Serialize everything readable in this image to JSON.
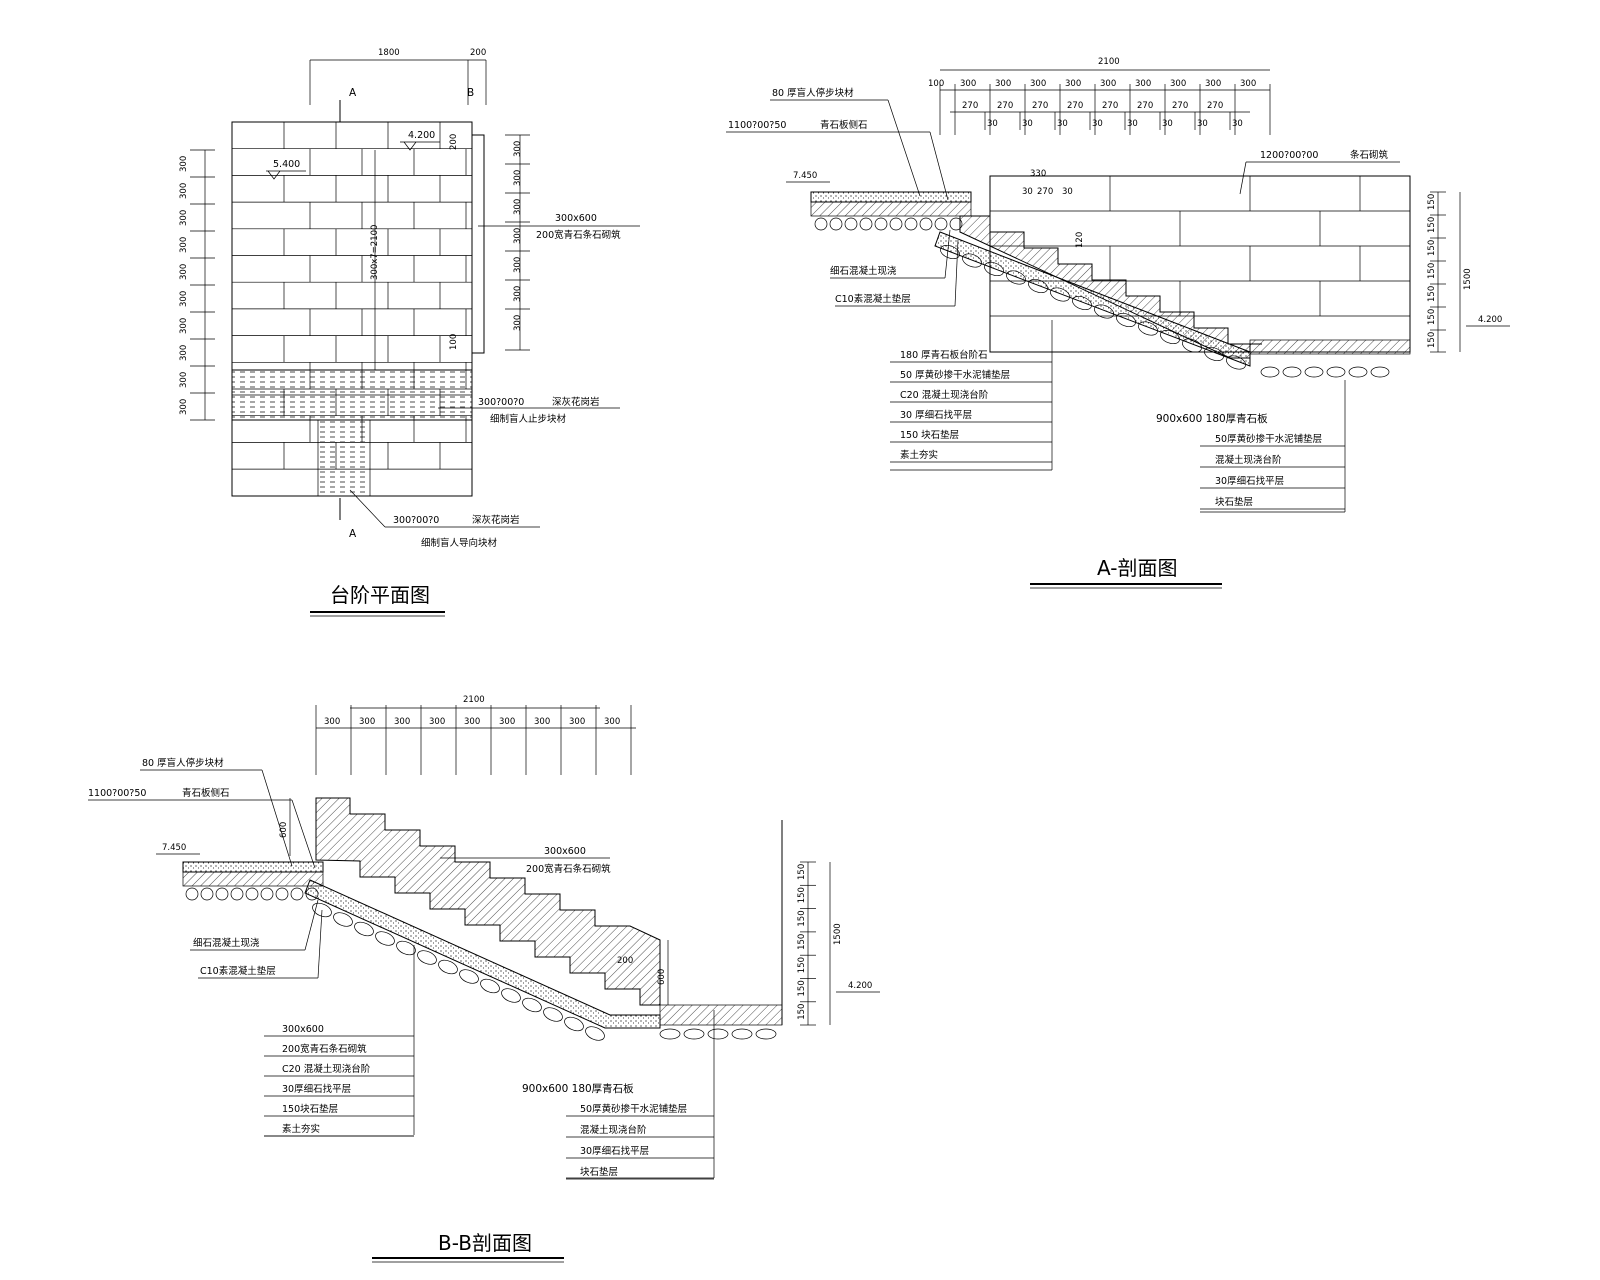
{
  "plan": {
    "title": "台阶平面图",
    "dim_top": [
      "1800",
      "200"
    ],
    "section_a": "A",
    "section_b": "B",
    "elev_upper": "4.200",
    "elev_lower": "5.400",
    "dim_left": [
      "300",
      "300",
      "300",
      "300",
      "300",
      "300",
      "300",
      "300",
      "300",
      "300"
    ],
    "dim_right_top": "200",
    "dim_right": [
      "300",
      "300",
      "300",
      "300",
      "300",
      "300",
      "300"
    ],
    "dim_right_small": "100",
    "dim_center": "300x7=2100",
    "note1_line1": "300x600",
    "note1_line2": "200宽青石条石砌筑",
    "note2_line1": "300?00?0",
    "note2_line2": "深灰花岗岩",
    "note2_line3": "细制盲人止步块材",
    "note3_line1": "300?00?0",
    "note3_line2": "深灰花岗岩",
    "note3_line3": "细制盲人导向块材"
  },
  "section_a": {
    "title": "A-剖面图",
    "dim_total": "2100",
    "dim_top": [
      "100",
      "300",
      "300",
      "300",
      "300",
      "300",
      "300",
      "300",
      "300",
      "300"
    ],
    "dim_mid": [
      "270",
      "270",
      "270",
      "270",
      "270",
      "270",
      "270",
      "270"
    ],
    "dim_joint": [
      "30",
      "30",
      "30",
      "30",
      "30",
      "30",
      "30",
      "30"
    ],
    "dim_tread": [
      "330",
      "30",
      "270",
      "30"
    ],
    "riser_label": "120",
    "elev_top": "7.450",
    "elev_bottom": "4.200",
    "label_tactile": "80 厚盲人停步块材",
    "label_curb_size": "1100?00?50",
    "label_curb": "青石板侧石",
    "label_wall_size": "1200?00?00",
    "label_wall": "条石砌筑",
    "label_concrete": "细石混凝土现浇",
    "label_c10": "C10素混凝土垫层",
    "dim_right": [
      "150",
      "150",
      "150",
      "150",
      "150",
      "150",
      "150"
    ],
    "dim_right_total": "1500",
    "layers_left": [
      "180 厚青石板台阶石",
      "50 厚黄砂掺干水泥铺垫层",
      "C20 混凝土现浇台阶",
      "30 厚细石找平层",
      "150 块石垫层",
      "素土夯实"
    ],
    "layers_right_title": "900x600   180厚青石板",
    "layers_right": [
      "50厚黄砂掺干水泥铺垫层",
      "混凝土现浇台阶",
      "30厚细石找平层",
      "块石垫层"
    ]
  },
  "section_b": {
    "title": "B-B剖面图",
    "dim_total": "2100",
    "dim_top": [
      "300",
      "300",
      "300",
      "300",
      "300",
      "300",
      "300",
      "300",
      "300"
    ],
    "label_tactile": "80 厚盲人停步块材",
    "label_curb_size": "1100?00?50",
    "label_curb": "青石板侧石",
    "elev_top": "7.450",
    "elev_bottom": "4.200",
    "dim_600_left": "600",
    "dim_600_right": "600",
    "dim_200": "200",
    "label_wall_size": "300x600",
    "label_wall": "200宽青石条石砌筑",
    "label_concrete": "细石混凝土现浇",
    "label_c10": "C10素混凝土垫层",
    "dim_right": [
      "150",
      "150",
      "150",
      "150",
      "150",
      "150",
      "150"
    ],
    "dim_right_total": "1500",
    "layers_left": [
      "300x600",
      "200宽青石条石砌筑",
      "C20 混凝土现浇台阶",
      "30厚细石找平层",
      "150块石垫层",
      "素土夯实"
    ],
    "layers_right_title": "900x600   180厚青石板",
    "layers_right": [
      "50厚黄砂掺干水泥铺垫层",
      "混凝土现浇台阶",
      "30厚细石找平层",
      "块石垫层"
    ]
  }
}
